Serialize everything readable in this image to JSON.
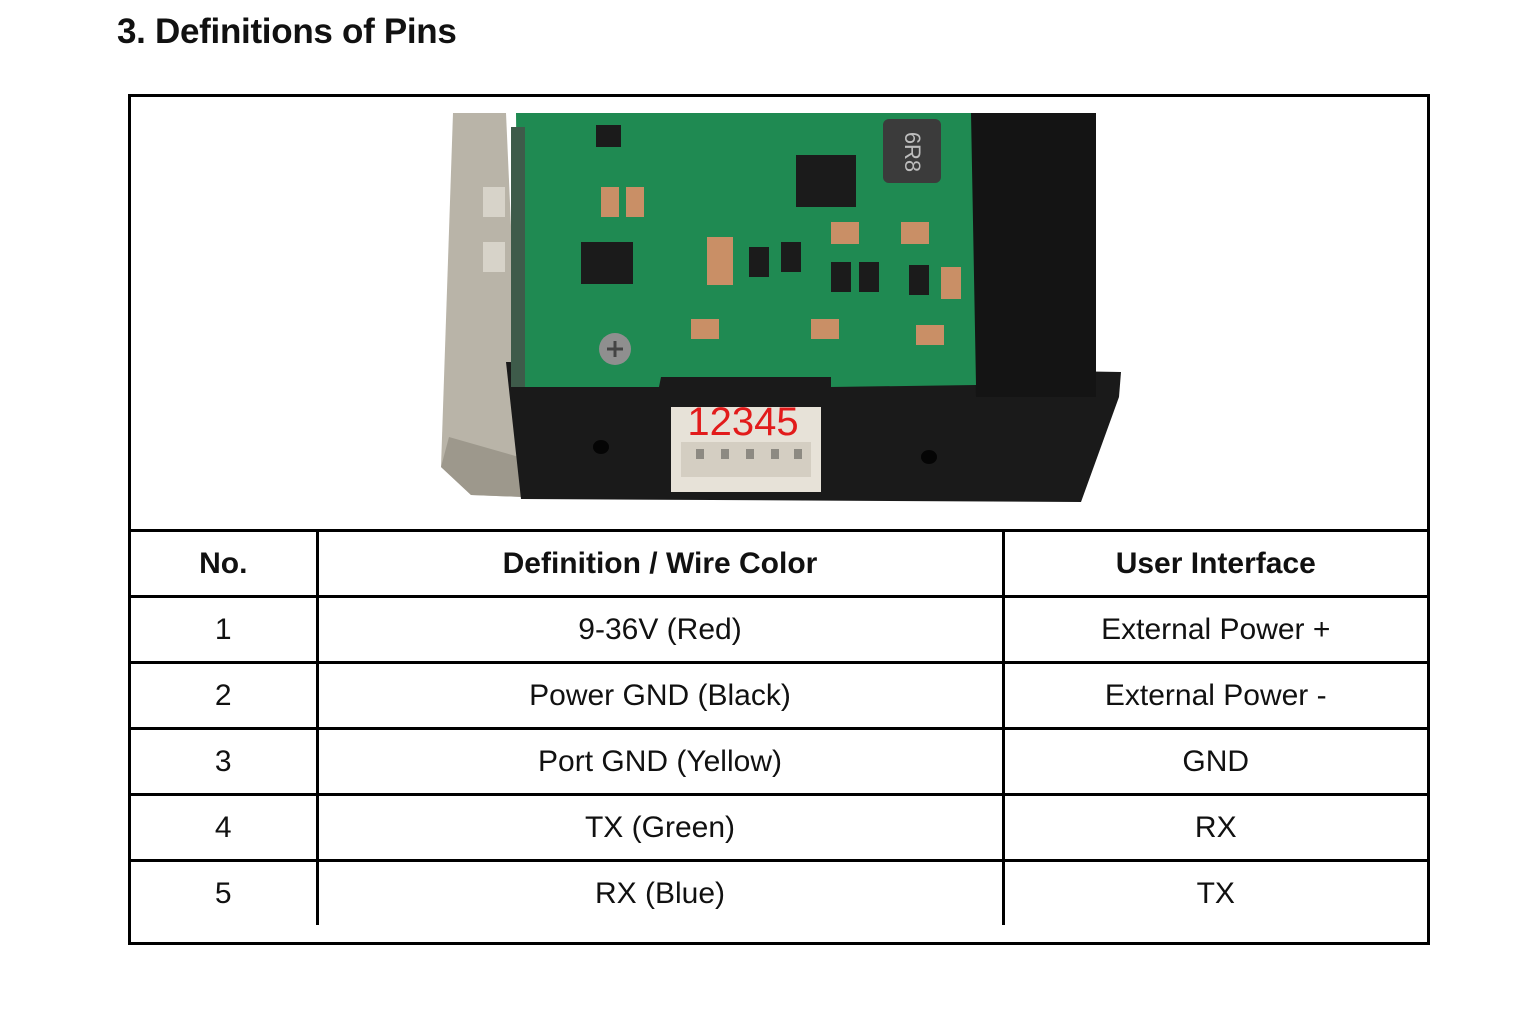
{
  "section": {
    "number": "3.",
    "title": "Definitions of Pins"
  },
  "photo": {
    "connector_label": "12345",
    "inductor_marking": "6R8",
    "colors": {
      "pcb": "#1f8a52",
      "housing": "#1a1a1a",
      "metal": "#b9b4a8",
      "label_red": "#e21b1b"
    }
  },
  "table": {
    "headers": [
      "No.",
      "Definition / Wire Color",
      "User Interface"
    ],
    "rows": [
      [
        "1",
        "9-36V (Red)",
        "External Power +"
      ],
      [
        "2",
        "Power GND (Black)",
        "External Power -"
      ],
      [
        "3",
        "Port GND (Yellow)",
        "GND"
      ],
      [
        "4",
        "TX (Green)",
        "RX"
      ],
      [
        "5",
        "RX (Blue)",
        "TX"
      ]
    ]
  }
}
